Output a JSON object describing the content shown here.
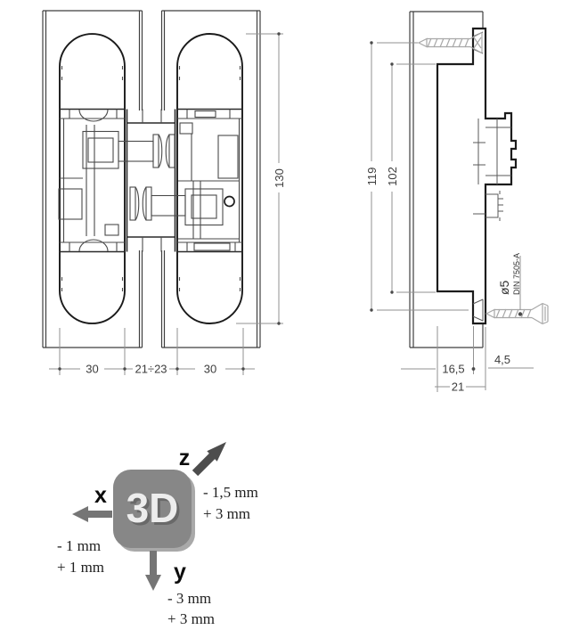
{
  "drawing": {
    "title_hint": "concealed hinge technical drawing",
    "front_view": {
      "dim_height": "130",
      "widths": [
        "30",
        "21÷23",
        "30"
      ]
    },
    "side_view": {
      "dim_screw_spacing": "119",
      "dim_body_length": "102",
      "dim_depth": "16,5",
      "dim_total_depth": "21",
      "dim_offset": "4,5",
      "screw_diameter": "ø5",
      "screw_standard": "DIN 7505-A"
    },
    "adjustment": {
      "badge_label": "3D",
      "z": {
        "label": "z",
        "minus": "- 1,5 mm",
        "plus": "+ 3 mm"
      },
      "x": {
        "label": "x",
        "minus": "- 1 mm",
        "plus": "+ 1 mm"
      },
      "y": {
        "label": "y",
        "minus": "- 3 mm",
        "plus": "+ 3 mm"
      }
    }
  },
  "colors": {
    "outline_dark": "#1c1c1c",
    "line_medium": "#4a4a4a",
    "dimension_gray": "#929292",
    "screw_gray": "#a8a8a8",
    "badge_gray": "#878787",
    "badge_shadow": "#a9a9a9",
    "arrow_dark": "#4d4d4d",
    "arrow_gray": "#757575",
    "background": "#ffffff"
  }
}
